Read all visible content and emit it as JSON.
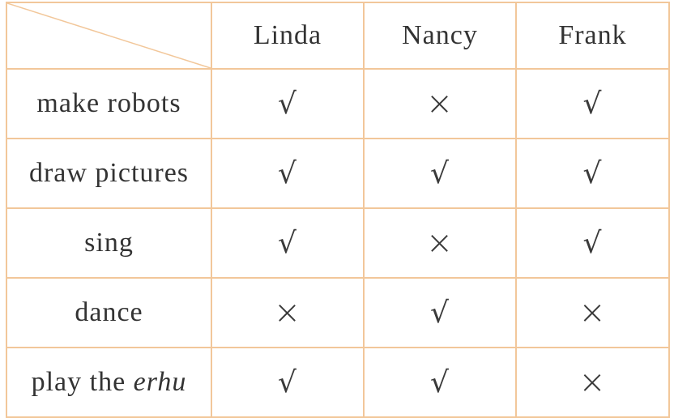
{
  "table": {
    "columns": [
      "Linda",
      "Nancy",
      "Frank"
    ],
    "rows": [
      {
        "prefix": "make robots",
        "italic": "",
        "marks": [
          "√",
          "×",
          "√"
        ]
      },
      {
        "prefix": "draw pictures",
        "italic": "",
        "marks": [
          "√",
          "√",
          "√"
        ]
      },
      {
        "prefix": "sing",
        "italic": "",
        "marks": [
          "√",
          "×",
          "√"
        ]
      },
      {
        "prefix": "dance",
        "italic": "",
        "marks": [
          "×",
          "√",
          "×"
        ]
      },
      {
        "prefix": "play the ",
        "italic": "erhu",
        "marks": [
          "√",
          "√",
          "×"
        ]
      }
    ]
  },
  "colors": {
    "border": "#f2c79a",
    "text": "#333333"
  }
}
